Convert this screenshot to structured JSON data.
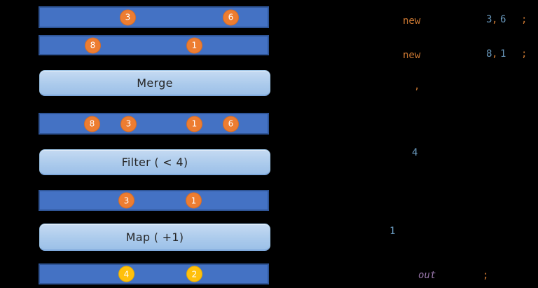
{
  "background": "#000000",
  "diagram": {
    "streams": [
      {
        "name": "input-stream-1",
        "marbles": [
          "3",
          "6"
        ]
      },
      {
        "name": "input-stream-2",
        "marbles": [
          "8",
          "1"
        ]
      },
      {
        "name": "merged-stream",
        "marbles": [
          "8",
          "3",
          "1",
          "6"
        ]
      },
      {
        "name": "filtered-stream",
        "marbles": [
          "3",
          "1"
        ]
      },
      {
        "name": "output-stream",
        "marbles": [
          "4",
          "2"
        ]
      }
    ],
    "operators": [
      {
        "name": "merge",
        "label": "Merge"
      },
      {
        "name": "filter",
        "label": "Filter ( < 4)"
      },
      {
        "name": "map",
        "label": "Map ( +1)"
      }
    ],
    "colors": {
      "bar_fill": "#4472C4",
      "bar_border": "#2F5597",
      "operator_fill": "#ACCBEC",
      "operator_border": "#9CC3E5",
      "marble_orange": "#ED7D31",
      "marble_yellow": "#FFC00C",
      "marble_text": "#FFFFFF",
      "operator_text": "#262626"
    }
  },
  "code": {
    "colors": {
      "keyword": "#CC7832",
      "number": "#6897BB",
      "punctuation": "#CC7832",
      "field": "#9876AA"
    },
    "line1": {
      "keyword": "new",
      "num1": "3",
      "comma": ",",
      "num2": "6",
      "semicolon": ";"
    },
    "line2": {
      "keyword": "new",
      "num1": "8",
      "comma": ",",
      "num2": "1",
      "semicolon": ";"
    },
    "line3": {
      "comma": ","
    },
    "line4": {
      "number": "4"
    },
    "line5": {
      "number": "1"
    },
    "line6": {
      "field": "out",
      "semicolon": ";"
    }
  }
}
